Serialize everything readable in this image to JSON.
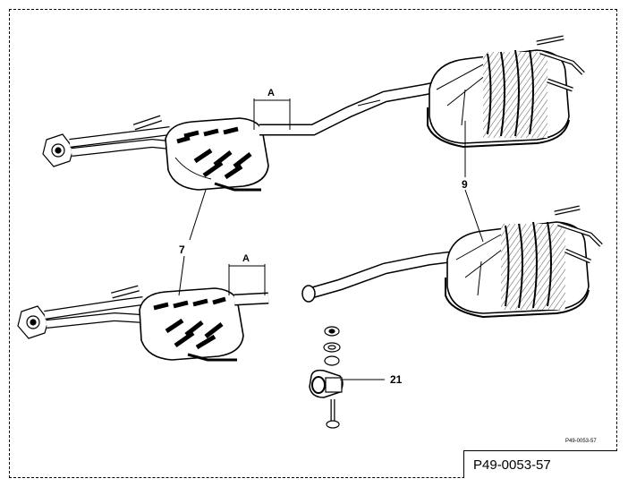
{
  "callouts": {
    "part_7": "7",
    "part_9": "9",
    "part_21": "21",
    "dim_upper": "A",
    "dim_lower": "A"
  },
  "small_reference": "P49-0053-57",
  "reference_code": "P49-0053-57"
}
